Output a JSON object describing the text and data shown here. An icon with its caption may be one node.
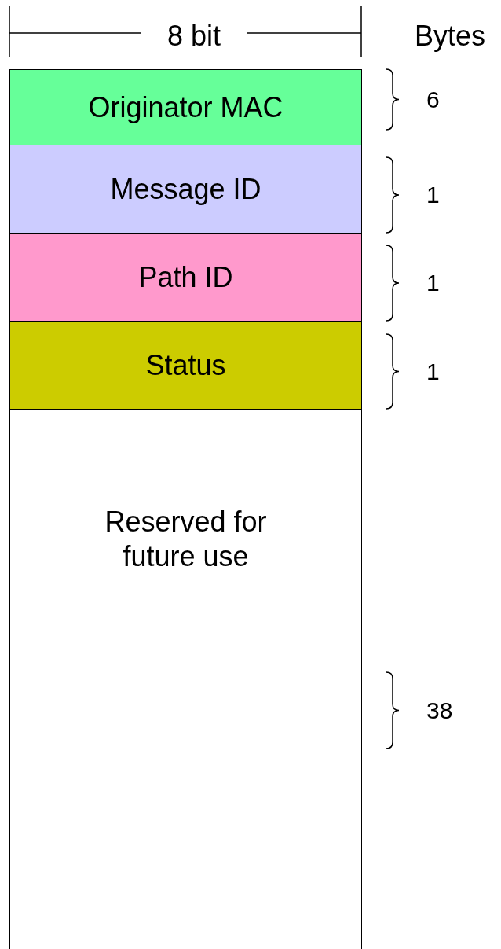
{
  "diagram": {
    "nodes": [
      {
        "text": [
          "Originator MAC"
        ],
        "beside": [
          "6"
        ]
      },
      {
        "text": [
          "Message ID"
        ],
        "beside": [
          "1"
        ]
      },
      {
        "text": [
          "Path ID"
        ],
        "beside": [
          "1"
        ]
      },
      {
        "text": [
          "Status"
        ],
        "beside": [
          "1"
        ]
      },
      {
        "text": [
          "Reserved for future use"
        ],
        "beside": [
          "38"
        ]
      }
    ],
    "labels": [
      "8 bit",
      "Bytes"
    ]
  }
}
